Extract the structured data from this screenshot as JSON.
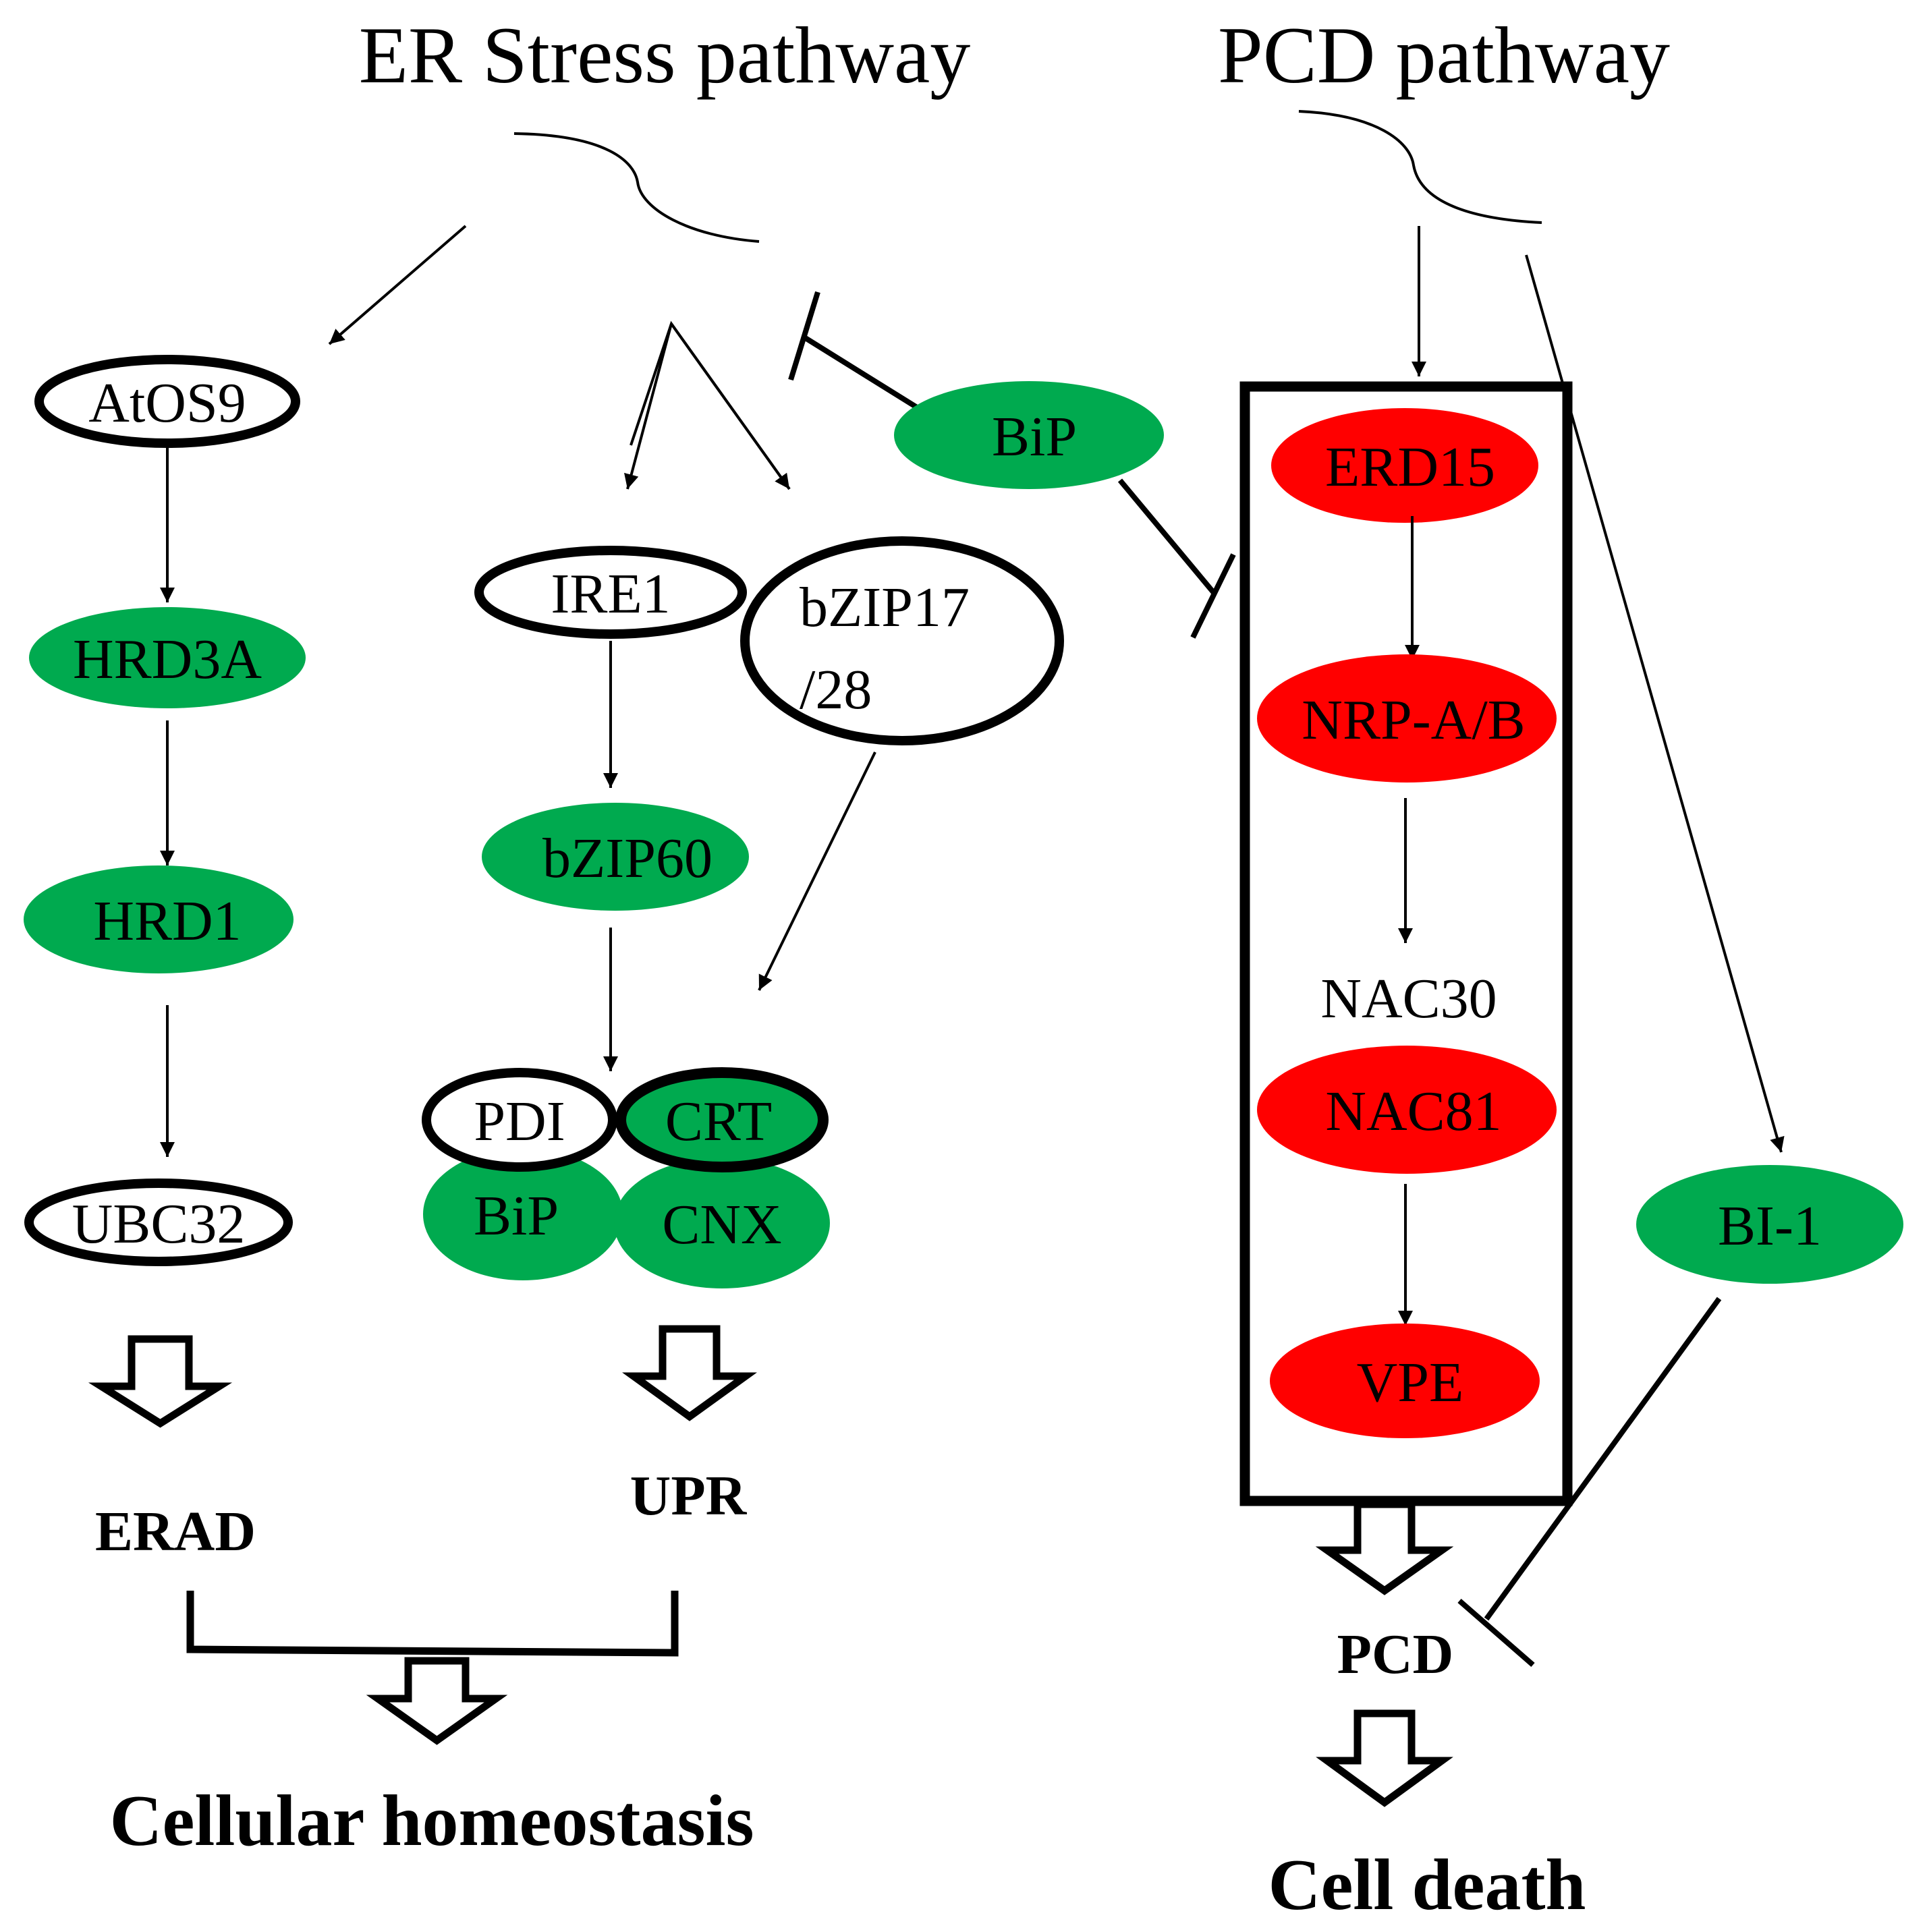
{
  "titles": {
    "er_stress": "ER Stress pathway",
    "pcd": "PCD pathway"
  },
  "nodes": {
    "atos9": "AtOS9",
    "hrd3a": "HRD3A",
    "hrd1": "HRD1",
    "ubc32": "UBC32",
    "ire1": "IRE1",
    "bzip17_line1": "bZIP17",
    "bzip17_line2": "/28",
    "bzip60": "bZIP60",
    "pdi": "PDI",
    "crt": "CRT",
    "bip_complex": "BiP",
    "cnx": "CNX",
    "bip": "BiP",
    "erd15": "ERD15",
    "nrp": "NRP-A/B",
    "nac30": "NAC30",
    "nac81": "NAC81",
    "vpe": "VPE",
    "bi1": "BI-1"
  },
  "outcomes": {
    "erad": "ERAD",
    "upr": "UPR",
    "homeostasis": "Cellular homeostasis",
    "pcd": "PCD",
    "cell_death": "Cell death"
  },
  "colors": {
    "green": "#00AA4F",
    "red": "#FF0000",
    "outline": "#000000",
    "background": "#FFFFFF"
  }
}
